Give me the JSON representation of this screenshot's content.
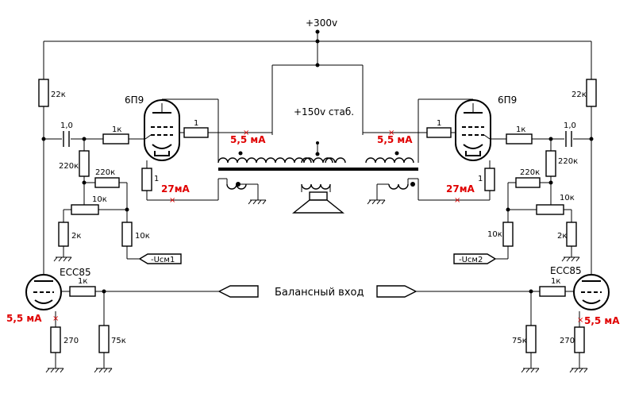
{
  "supply": {
    "b_plus": "+300v",
    "center_tap": "+150v стаб."
  },
  "input": {
    "label": "Балансный вход"
  },
  "left": {
    "r_plate": "22к",
    "coupling_cap": "1,0",
    "r_grid_stop": "1к",
    "output_tube": "6П9",
    "r_screen": "1",
    "primary_current": "5,5 мА",
    "cathode_current": "27мА",
    "r_cathode": "1",
    "r_grid_leak": "220к",
    "r_bias_series": "220к",
    "pot": "10к",
    "r_bias_ground": "2к",
    "r_bias_feed": "10к",
    "bias_input": "-Uсм1",
    "input_tube": "ECC85",
    "input_current": "5,5 мА",
    "r_input_grid": "1к",
    "r_input_cathode": "270",
    "r_input_load": "75к"
  },
  "right": {
    "r_plate": "22к",
    "coupling_cap": "1,0",
    "r_grid_stop": "1к",
    "output_tube": "6П9",
    "r_screen": "1",
    "primary_current": "5,5 мА",
    "cathode_current": "27мА",
    "r_cathode": "1",
    "r_grid_leak": "220к",
    "r_bias_series": "220к",
    "pot": "10к",
    "r_bias_ground": "2к",
    "r_bias_feed": "10к",
    "bias_input": "-Uсм2",
    "input_tube": "ECC85",
    "input_current": "5,5 мА",
    "r_input_grid": "1к",
    "r_input_cathode": "270",
    "r_input_load": "75к"
  },
  "colors": {
    "wire": "#000000",
    "current_labels": "#e00000",
    "background": "#ffffff"
  }
}
